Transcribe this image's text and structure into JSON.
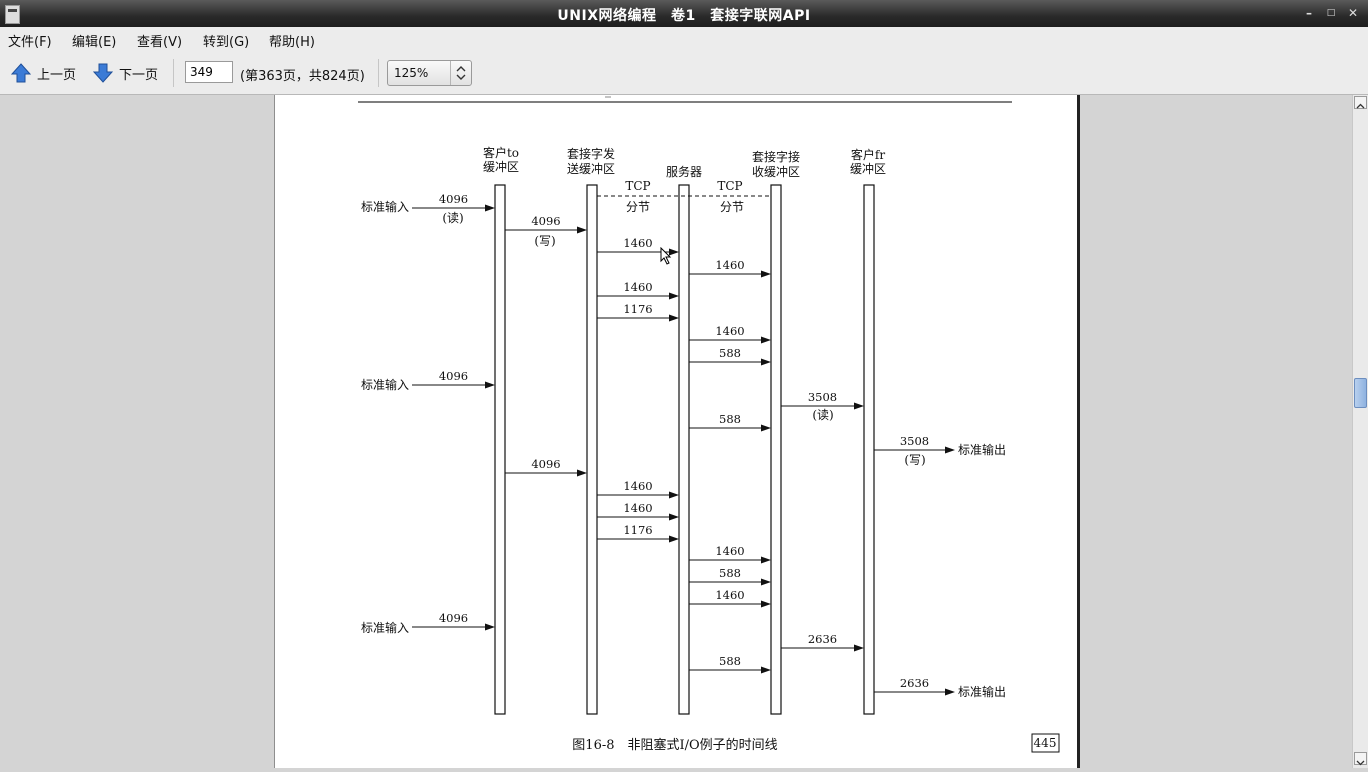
{
  "window": {
    "title": "UNIX网络编程　卷1　套接字联网API"
  },
  "menu": [
    "文件(F)",
    "编辑(E)",
    "查看(V)",
    "转到(G)",
    "帮助(H)"
  ],
  "toolbar": {
    "prev_label": "上一页",
    "next_label": "下一页",
    "page_value": "349",
    "page_info": "(第363页，共824页)",
    "zoom": "125%"
  },
  "diagram": {
    "columns": [
      {
        "name": "client-stdin-buffer",
        "label1": "客户to",
        "label2": "缓冲区"
      },
      {
        "name": "socket-send-buffer",
        "label1": "套接字发",
        "label2": "送缓冲区"
      },
      {
        "name": "server",
        "label1": "服务器",
        "label2": ""
      },
      {
        "name": "socket-recv-buffer",
        "label1": "套接字接",
        "label2": "收缓冲区"
      },
      {
        "name": "client-fr-buffer",
        "label1": "客户fr",
        "label2": "缓冲区"
      }
    ],
    "tcp_label": "TCP",
    "segment_label": "分节",
    "stdin_label": "标准输入",
    "stdout_label": "标准输出",
    "read_note": "(读)",
    "write_note": "(写)",
    "arrows": [
      {
        "label": "4096",
        "note": "read",
        "kind": "in"
      },
      {
        "label": "4096",
        "note": "write"
      },
      {
        "label": "1460"
      },
      {
        "label": "1460"
      },
      {
        "label": "1460"
      },
      {
        "label": "1176"
      },
      {
        "label": "1460"
      },
      {
        "label": "588"
      },
      {
        "label": "4096",
        "kind": "in"
      },
      {
        "label": "3508",
        "note": "read"
      },
      {
        "label": "588"
      },
      {
        "label": "3508",
        "note": "write",
        "kind": "out"
      },
      {
        "label": "4096"
      },
      {
        "label": "1460"
      },
      {
        "label": "1460"
      },
      {
        "label": "1176"
      },
      {
        "label": "1460"
      },
      {
        "label": "588"
      },
      {
        "label": "1460"
      },
      {
        "label": "4096",
        "kind": "in"
      },
      {
        "label": "2636"
      },
      {
        "label": "588"
      },
      {
        "label": "2636",
        "kind": "out"
      }
    ],
    "caption": "图16-8　非阻塞式I/O例子的时间线",
    "page_number": "445"
  }
}
